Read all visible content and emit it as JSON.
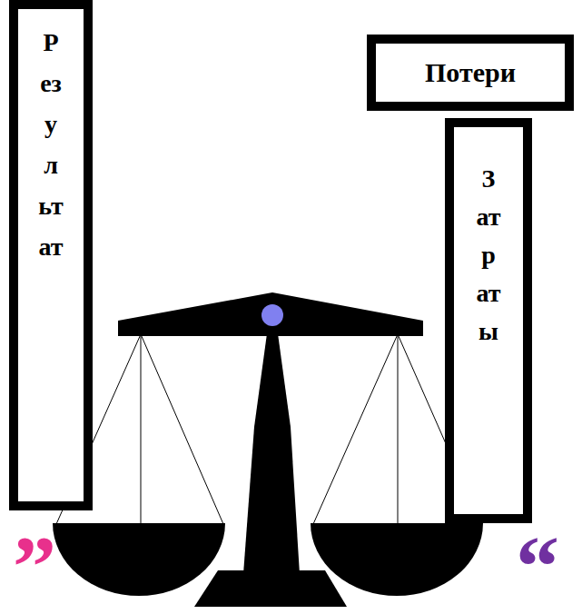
{
  "diagram": {
    "nodes": [
      {
        "text": [
          "Результат"
        ]
      },
      {
        "text": [
          "Потери"
        ]
      },
      {
        "text": [
          "Затраты"
        ]
      }
    ],
    "labels": [
      "”",
      "“"
    ]
  }
}
